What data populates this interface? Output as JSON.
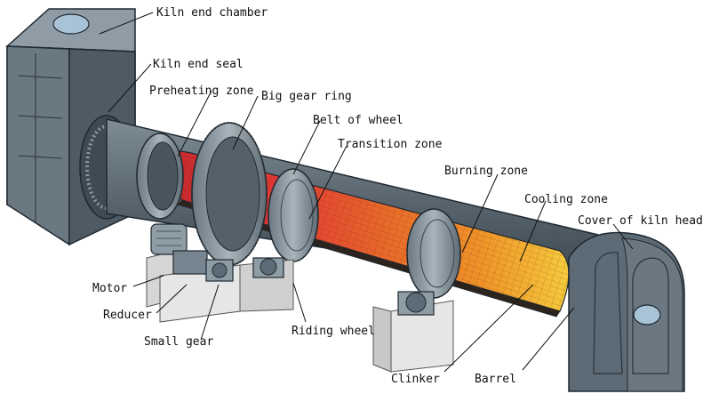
{
  "labels": {
    "kiln_end_chamber": "Kiln end chamber",
    "kiln_end_seal": "Kiln end seal",
    "preheating_zone": "Preheating zone",
    "big_gear_ring": "Big gear ring",
    "belt_of_wheel": "Belt of wheel",
    "transition_zone": "Transition zone",
    "burning_zone": "Burning zone",
    "cooling_zone": "Cooling zone",
    "cover_of_kiln_head": "Cover of kiln head",
    "motor": "Motor",
    "reducer": "Reducer",
    "small_gear": "Small gear",
    "riding_wheel": "Riding wheel",
    "clinker": "Clinker",
    "barrel": "Barrel"
  },
  "colors": {
    "machine_body": "#5d6b76",
    "machine_dark": "#3e4850",
    "machine_light": "#8e9ca6",
    "concrete": "#e4e4e4",
    "preheating": "#d43a2a",
    "transition": "#e0622a",
    "burning": "#ee8c28",
    "cooling": "#f3c83a",
    "edge": "#1f2830"
  }
}
